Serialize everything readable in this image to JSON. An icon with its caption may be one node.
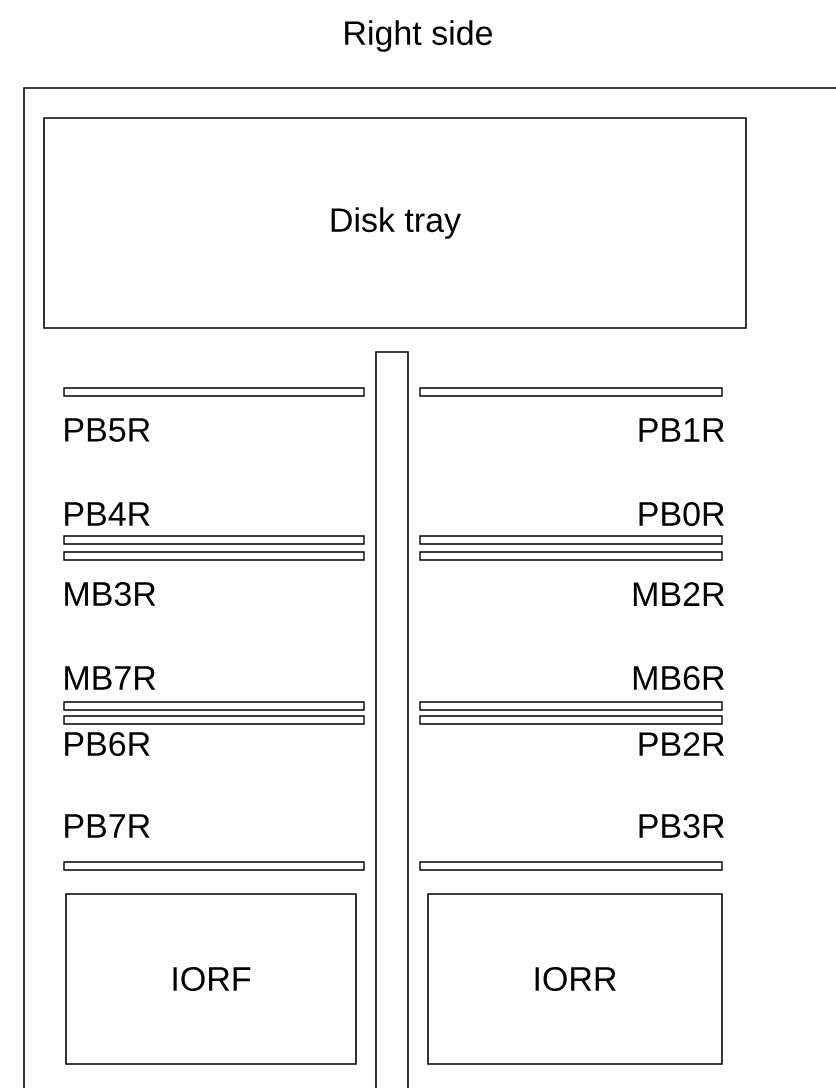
{
  "diagram": {
    "title": "Right side",
    "nodes": [
      {
        "text": [
          "Disk tray"
        ]
      },
      {
        "text": [
          "IORF"
        ]
      },
      {
        "text": [
          "IORR"
        ]
      }
    ],
    "labels": [
      "PB5R",
      "PB1R",
      "PB4R",
      "PB0R",
      "MB3R",
      "MB2R",
      "MB7R",
      "MB6R",
      "PB6R",
      "PB2R",
      "PB7R",
      "PB3R"
    ]
  }
}
